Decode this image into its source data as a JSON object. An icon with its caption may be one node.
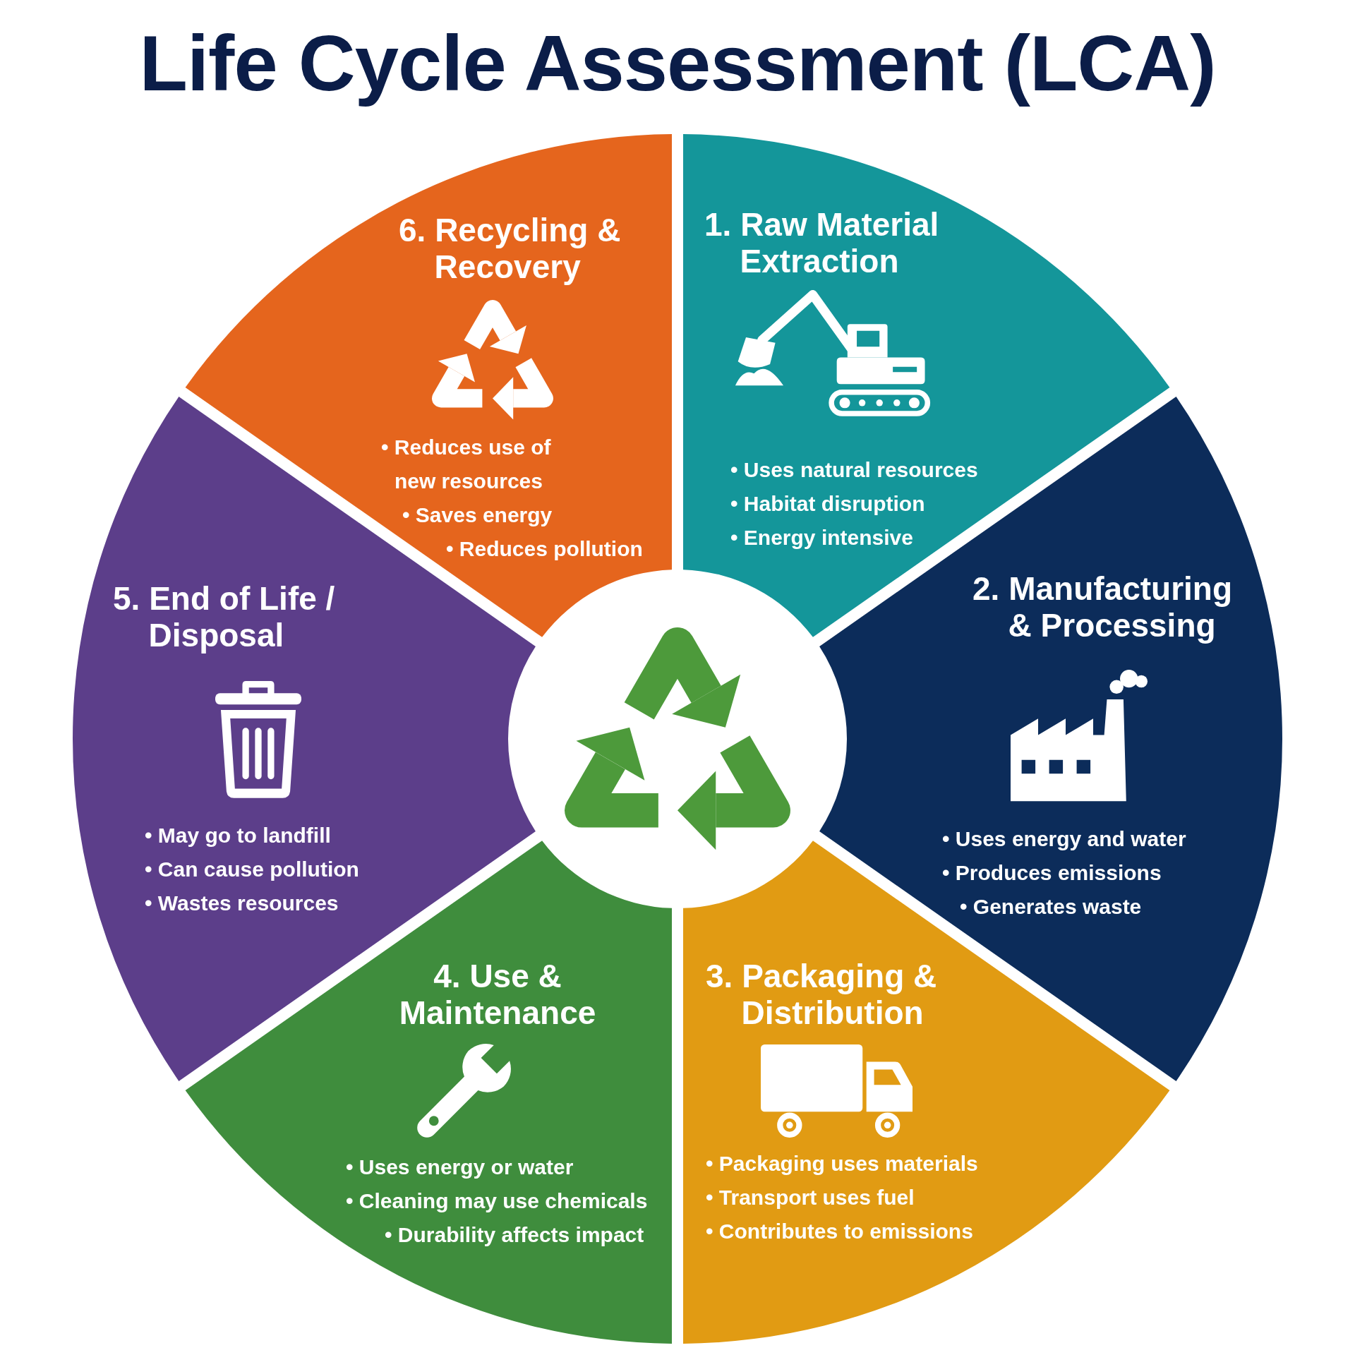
{
  "diagram": {
    "title": "Life Cycle Assessment (LCA)",
    "nodes": [
      {
        "text": [
          "1. Raw Material Extraction",
          "• Uses natural resources",
          "• Habitat disruption",
          "• Energy intensive"
        ]
      },
      {
        "text": [
          "2. Manufacturing & Processing",
          "• Uses energy and water",
          "• Produces emissions",
          "• Generates waste"
        ]
      },
      {
        "text": [
          "3. Packaging & Distribution",
          "• Packaging uses materials",
          "• Transport uses fuel",
          "• Contributes to emissions"
        ]
      },
      {
        "text": [
          "4. Use & Maintenance",
          "• Uses energy or water",
          "• Cleaning may use chemicals",
          "• Durability affects impact"
        ]
      },
      {
        "text": [
          "5. End of Life / Disposal",
          "• May go to landfill",
          "• Can cause pollution",
          "• Wastes resources"
        ]
      },
      {
        "text": [
          "6. Recycling & Recovery",
          "• Reduces use of new resources",
          "• Saves energy",
          "• Reduces pollution"
        ]
      }
    ]
  }
}
